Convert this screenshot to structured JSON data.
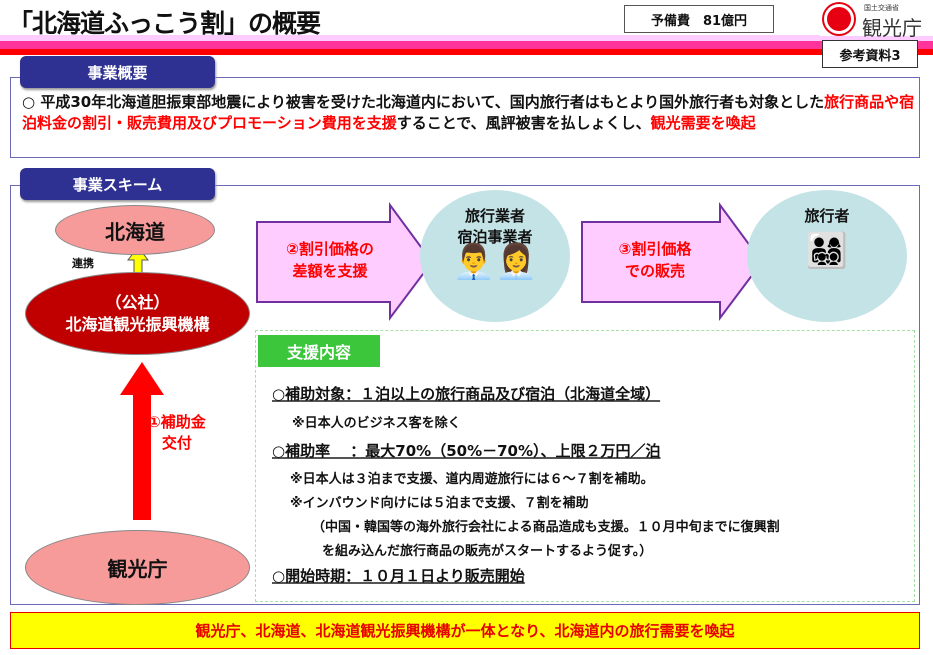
{
  "header": {
    "title": "「北海道ふっこう割」の概要",
    "budget": "予備費　81億円",
    "reference": "参考資料3",
    "logo": {
      "ministry": "国土交通省",
      "agency": "観光庁"
    }
  },
  "overview": {
    "tab": "事業概要",
    "bullet": "○",
    "text_1": "平成30年北海道胆振東部地震により被害を受けた北海道内において、国内旅行者はもとより国外旅行者も対象とした",
    "text_red_1": "旅行商品や宿泊料金の割引・販売費用及びプロモーション費用を支援",
    "text_2": "することで、風評被害を払しょくし、",
    "text_red_2": "観光需要を喚起"
  },
  "scheme": {
    "tab": "事業スキーム",
    "hokkaido": "北海道",
    "link_label": "連携",
    "org_line1": "（公社）",
    "org_line2": "北海道観光振興機構",
    "tourism_agency": "観光庁",
    "subsidy_line1": "①補助金",
    "subsidy_line2": "交付",
    "arrow2_line1": "②割引価格の",
    "arrow2_line2": "差額を支援",
    "operators_line1": "旅行業者",
    "operators_line2": "宿泊事業者",
    "arrow3_line1": "③割引価格",
    "arrow3_line2": "での販売",
    "travelers": "旅行者"
  },
  "support": {
    "tab": "支援内容",
    "items": [
      "○補助対象：１泊以上の旅行商品及び宿泊（北海道全域）",
      "※日本人のビジネス客を除く",
      "○補助率　 ：最大70%（50%－70%）、上限２万円／泊",
      "※日本人は３泊まで支援、道内周遊旅行には６～７割を補助。",
      "※インバウンド向けには５泊まで支援、７割を補助",
      "（中国・韓国等の海外旅行会社による商品造成も支援。１０月中旬までに復興割",
      "を組み込んだ旅行商品の販売がスタートするよう促す。）",
      "○開始時期：１０月１日より販売開始"
    ]
  },
  "footer": "観光庁、北海道、北海道観光振興機構が一体となり、北海道内の旅行需要を喚起"
}
